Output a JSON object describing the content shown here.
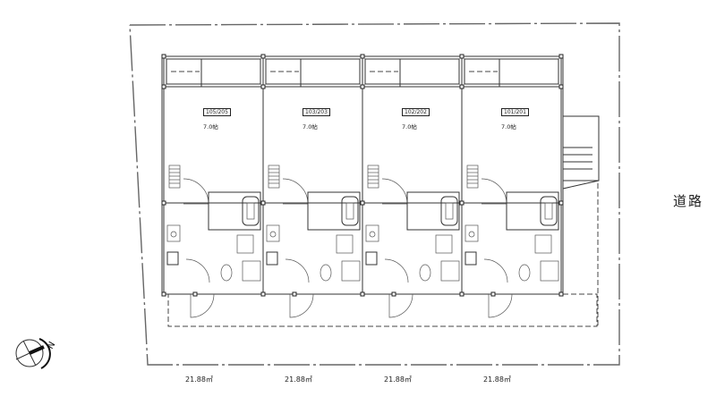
{
  "units": [
    {
      "room": "105/205",
      "area_jo": "7.0帖",
      "floor_area": "21.88㎡"
    },
    {
      "room": "103/203",
      "area_jo": "7.0帖",
      "floor_area": "21.88㎡"
    },
    {
      "room": "102/202",
      "area_jo": "7.0帖",
      "floor_area": "21.88㎡"
    },
    {
      "room": "101/201",
      "area_jo": "7.0帖",
      "floor_area": "21.88㎡"
    }
  ],
  "road_label": "道路",
  "north_label": "N",
  "colors": {
    "line": "#333333",
    "background": "#ffffff"
  }
}
